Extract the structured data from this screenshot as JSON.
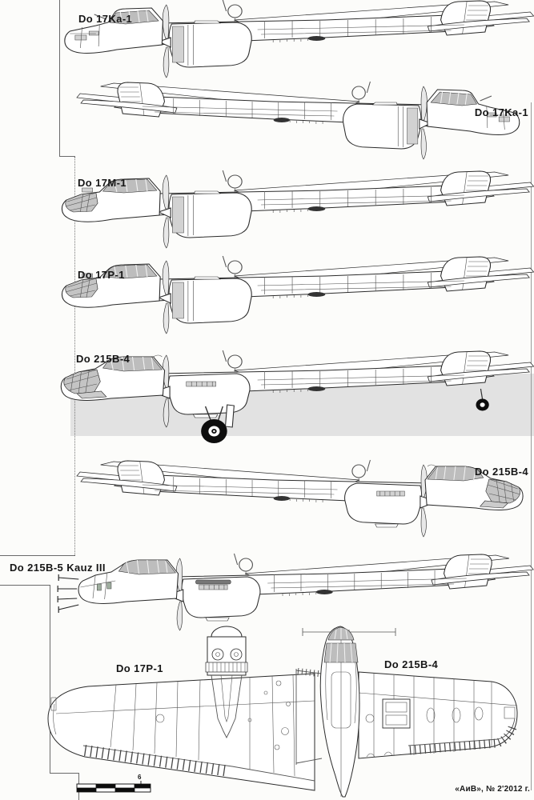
{
  "sheet": {
    "credit": "«АиВ», № 2'2012 г.",
    "scale_bar_label": "6",
    "ink_color": "#2b2b2b",
    "glazing_shade_color": "#bdbdbd",
    "tone_band_color": "#e2e2e2",
    "paper_color": "#fcfcfa"
  },
  "profiles": [
    {
      "label": "Do 17Ka-1"
    },
    {
      "label": "Do 17Ka-1"
    },
    {
      "label": "Do 17M-1"
    },
    {
      "label": "Do 17P-1"
    },
    {
      "label": "Do 215B-4"
    },
    {
      "label": "Do 215B-4"
    },
    {
      "label": "Do 215B-5 Kauz III"
    }
  ],
  "plan_views": [
    {
      "label": "Do 17P-1"
    },
    {
      "label": "Do 215B-4"
    }
  ]
}
